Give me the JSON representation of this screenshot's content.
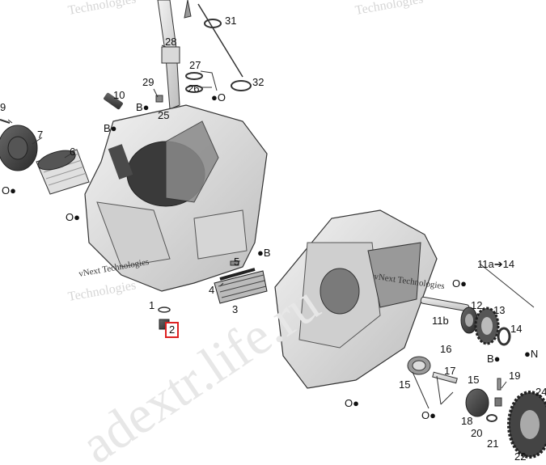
{
  "watermarks": {
    "diagonal": "adextr.life.ru",
    "brand_top_left": "Technologies",
    "brand_top_right": "Technologies",
    "brand_mid_left": "vNext Technologies",
    "brand_mid_right": "vNext Technologies",
    "brand_mid_left_2": "Technologies"
  },
  "callouts": {
    "c1": "1",
    "c2": "2",
    "c3": "3",
    "c4": "4",
    "c5": "5",
    "c6": "6",
    "c7": "7",
    "c9": "9",
    "c10": "10",
    "c11b": "11b",
    "c11a14": "11a➔14",
    "c12": "12",
    "c13": "13",
    "c14": "14",
    "c15a": "15",
    "c15b": "15",
    "c16": "16",
    "c17": "17",
    "c18": "18",
    "c19": "19",
    "c20": "20",
    "c21": "21",
    "c22": "22",
    "c24": "24",
    "c25": "25",
    "c26": "26",
    "c27": "27",
    "c28": "28",
    "c29": "29",
    "c31": "31",
    "c32": "32"
  },
  "lube_labels": {
    "b": "B",
    "o": "O",
    "n": "N"
  }
}
